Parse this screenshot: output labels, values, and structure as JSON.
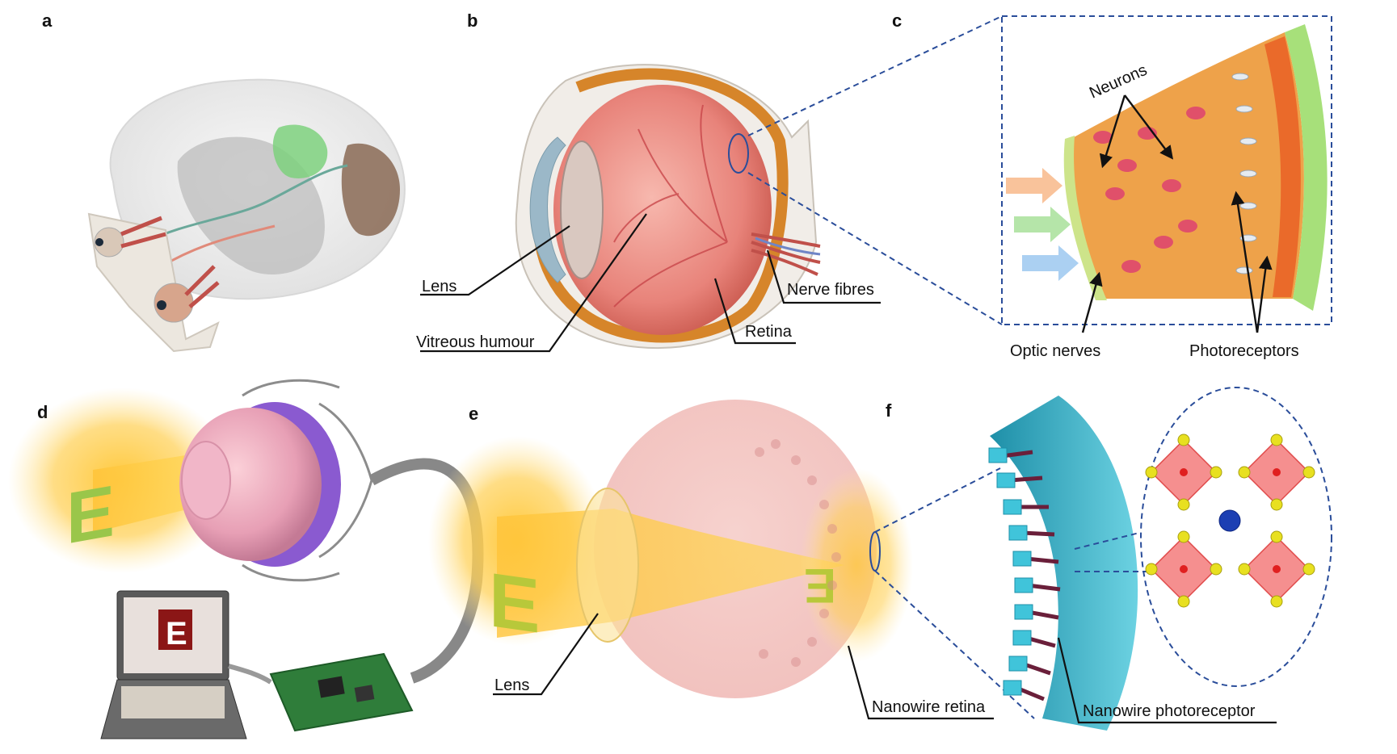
{
  "panels": {
    "a": "a",
    "b": "b",
    "c": "c",
    "d": "d",
    "e": "e",
    "f": "f"
  },
  "labels": {
    "b_lens": "Lens",
    "b_vitreous": "Vitreous humour",
    "b_nerve_fibres": "Nerve fibres",
    "b_retina": "Retina",
    "c_neurons": "Neurons",
    "c_optic_nerves": "Optic nerves",
    "c_photoreceptors": "Photoreceptors",
    "e_lens": "Lens",
    "e_nanowire_retina": "Nanowire retina",
    "f_nanowire_photoreceptor": "Nanowire photoreceptor"
  },
  "glyphs": {
    "e_letter": "E"
  },
  "colors": {
    "glow_yellow": "#ffc83a",
    "eye_pink": "#f2a6a6",
    "retina_orange": "#e99a3a",
    "retina_green": "#a7e07a",
    "nanowire_cyan": "#35b8cf",
    "perovskite_red": "#f26a6a",
    "atom_yellow": "#e8e020",
    "atom_blue": "#1c3fb3",
    "dash_blue": "#2a4d9a"
  }
}
